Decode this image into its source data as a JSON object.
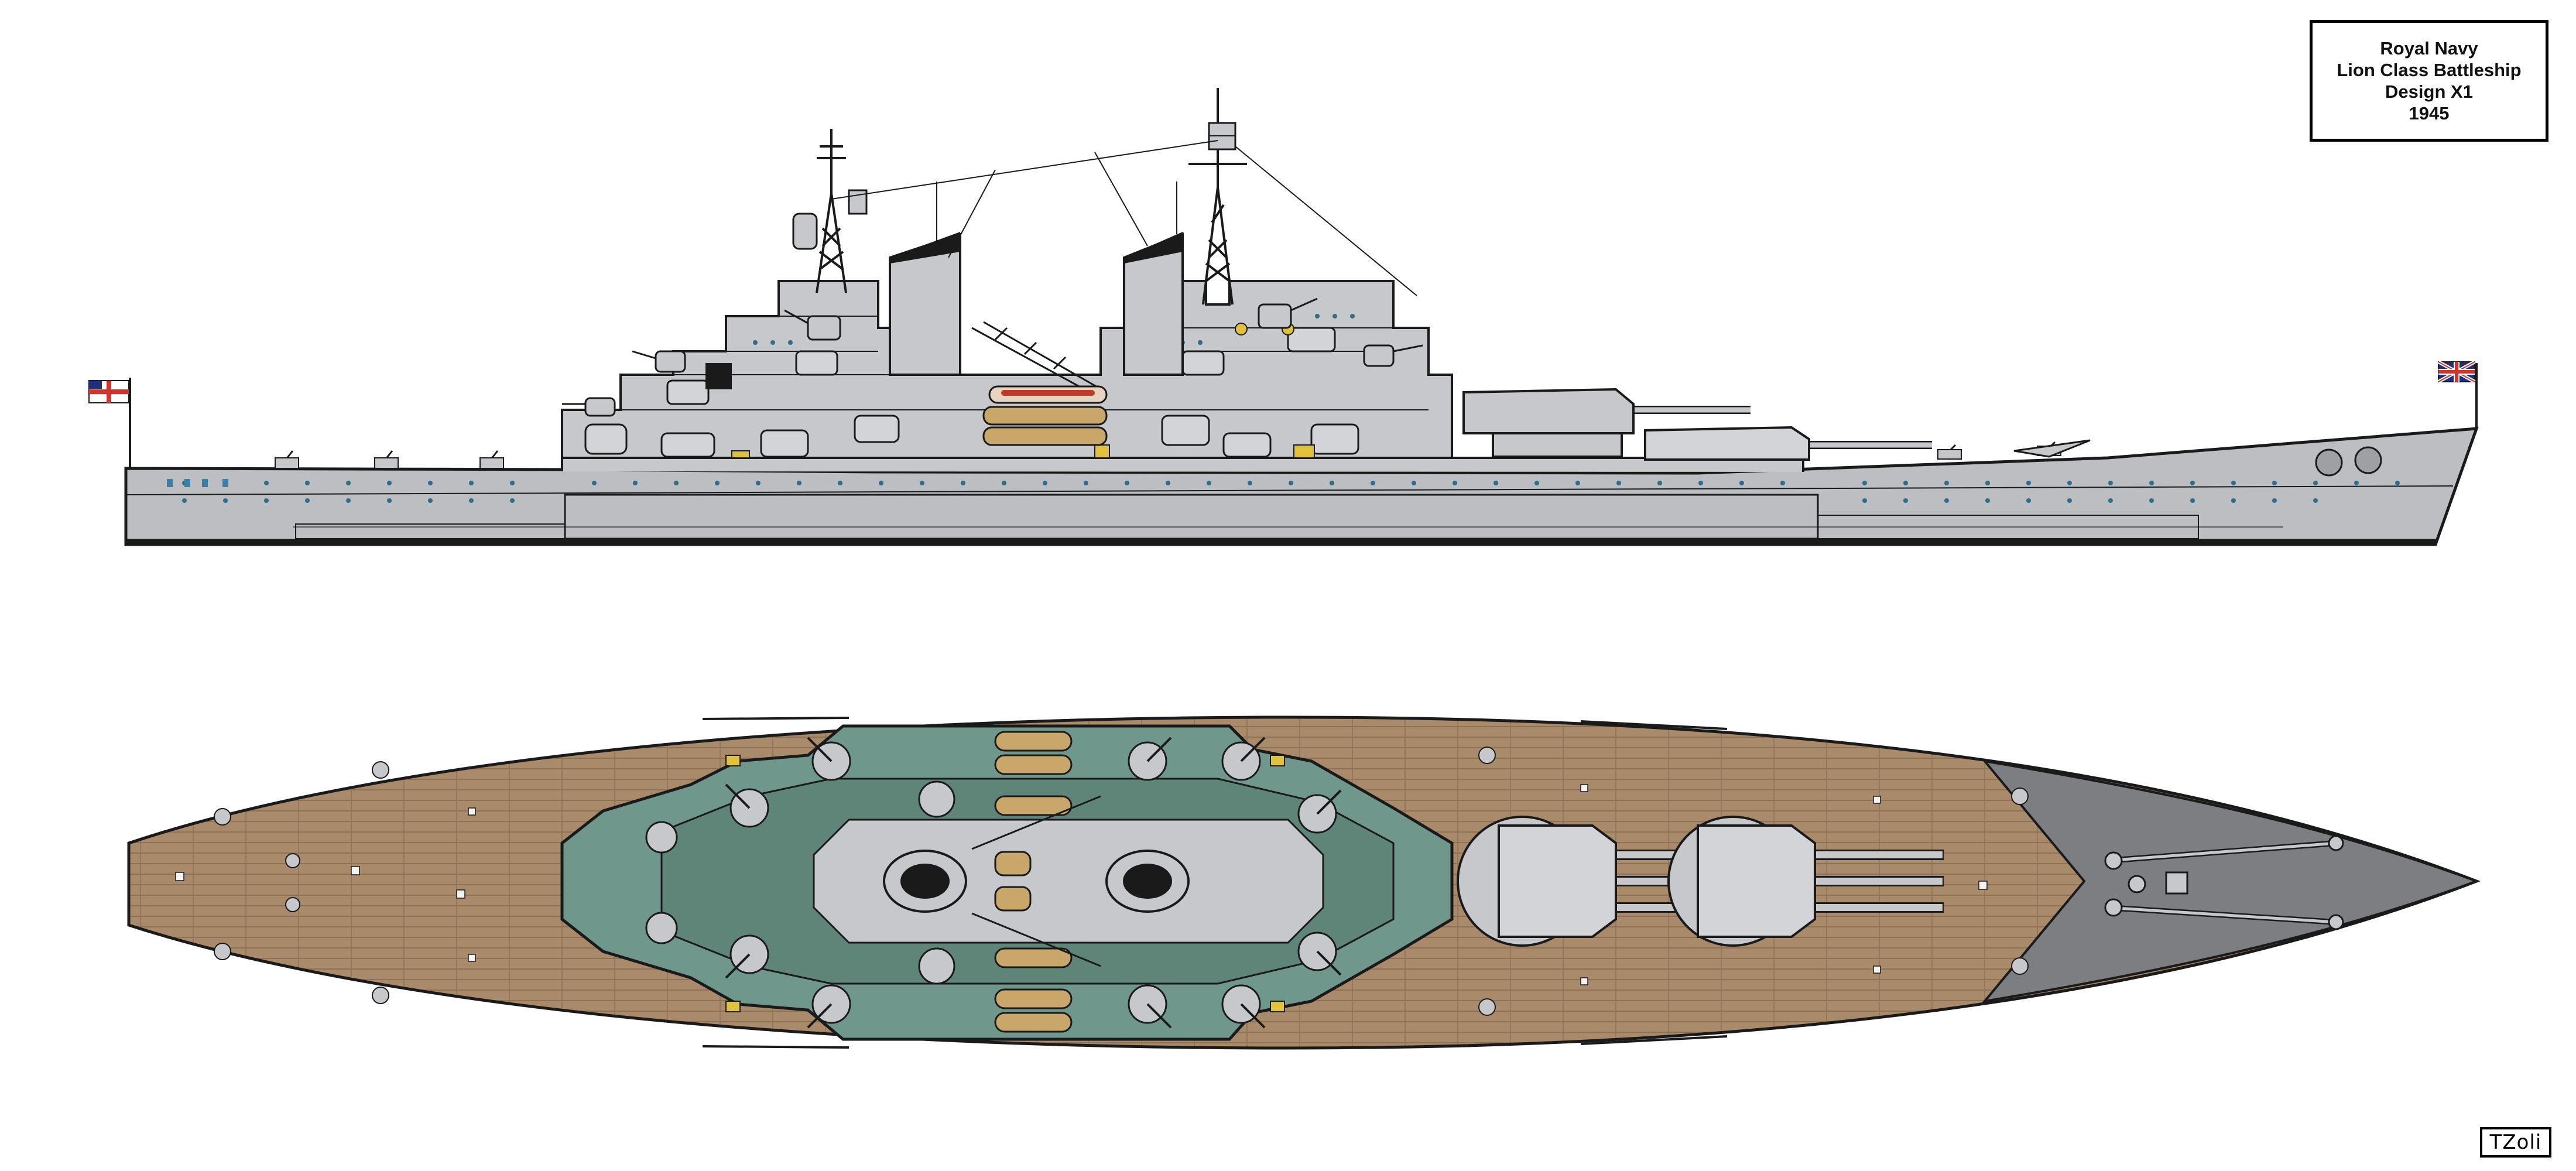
{
  "title_block": {
    "line1": "Royal Navy",
    "line2": "Lion Class Battleship",
    "line3": "Design X1",
    "line4": "1945"
  },
  "signature": "TZoli",
  "colors": {
    "hull_grey": "#bdbec2",
    "superstructure_grey": "#c7c8cc",
    "deck_wood": "#a98a6b",
    "deck_plank_line": "#8d7256",
    "upper_deck_green": "#6f978b",
    "foredeck_steel": "#7d7e82",
    "outline": "#1a1a1a",
    "boat_wood": "#c9a66a",
    "ensign_red": "#d0342c",
    "jack_blue": "#1f2f7a"
  },
  "icons": {
    "stern_flag": "white-ensign-flag-icon",
    "bow_flag": "union-jack-flag-icon"
  }
}
